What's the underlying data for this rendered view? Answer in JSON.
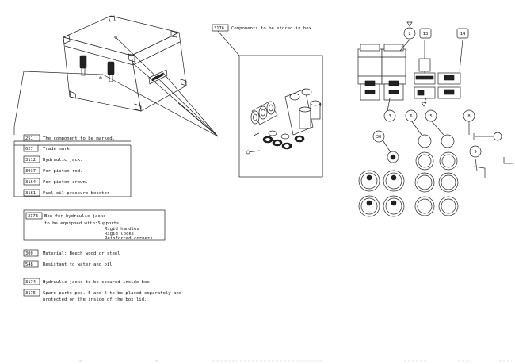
{
  "notes": [
    {
      "code": "251",
      "text": "The component to be marked."
    },
    {
      "code": "027",
      "text": "Trade mark."
    },
    {
      "code": "3112",
      "text": "Hydraulic jack."
    },
    {
      "code": "3037",
      "text": "For piston rod."
    },
    {
      "code": "3164",
      "text": "For piston crown."
    },
    {
      "code": "3181",
      "text": "Fuel oil pressure booster"
    }
  ],
  "box_note": {
    "code": "3173",
    "lines": [
      "Box for hydraulic jacks",
      "to be equipped with:Supports"
    ],
    "sublines": [
      "Rigid handles",
      "Rigid locks",
      "Reinforced corners"
    ]
  },
  "material_notes": [
    {
      "code": "300",
      "text": "Material: Beech wood or steel"
    },
    {
      "code": "548",
      "text": "Resistant to water and oil"
    }
  ],
  "storage_notes": [
    {
      "code": "3174",
      "text": "Hydraulic jacks to be secured inside box"
    },
    {
      "code": "3175",
      "text": "Spare parts pos. 5 and 6 to be placed separately and",
      "text2": "protected on the inside of the box lid."
    }
  ],
  "components_note": {
    "code": "3176",
    "text": "Components to be stored in box."
  },
  "position_labels": [
    "2",
    "13",
    "14",
    "3",
    "6",
    "5",
    "8",
    "30",
    "9"
  ]
}
